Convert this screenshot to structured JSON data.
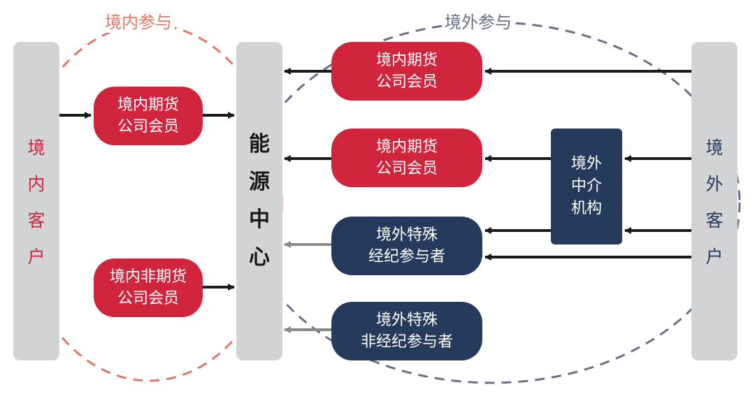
{
  "groups": {
    "domestic": {
      "label": "境内参与",
      "color": "#e0786a"
    },
    "overseas": {
      "label": "境外参与",
      "color": "#6b6f86"
    }
  },
  "columns": {
    "left": {
      "chars": [
        "境",
        "内",
        "客",
        "户"
      ],
      "color": "#d0253d"
    },
    "center": {
      "chars": [
        "能",
        "源",
        "中",
        "心"
      ],
      "color": "#1a1a1a"
    },
    "right": {
      "chars": [
        "境",
        "外",
        "客",
        "户"
      ],
      "color": "#263a5c"
    }
  },
  "nodes": {
    "dom_fut_left": {
      "line1": "境内期货",
      "line2": "公司会员"
    },
    "dom_nonfut_left": {
      "line1": "境内非期货",
      "line2": "公司会员"
    },
    "dom_fut_right_1": {
      "line1": "境内期货",
      "line2": "公司会员"
    },
    "dom_fut_right_2": {
      "line1": "境内期货",
      "line2": "公司会员"
    },
    "ovs_broker": {
      "line1": "境外特殊",
      "line2": "经纪参与者"
    },
    "ovs_nonbroker": {
      "line1": "境外特殊",
      "line2": "非经纪参与者"
    },
    "intermediary": {
      "line1": "境外",
      "line2": "中介",
      "line3": "机构"
    }
  },
  "colors": {
    "red": "#d0253d",
    "navy": "#263a5c",
    "gray": "#d2d3d5",
    "arrow_dark": "#1a1a1a",
    "arrow_gray": "#8a8a8a"
  }
}
